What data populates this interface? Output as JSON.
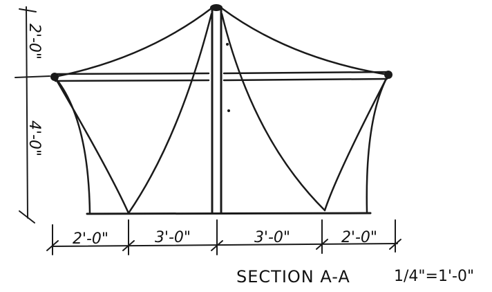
{
  "drawing": {
    "title": "SECTION A-A",
    "scale": "1/4\"=1'-0\""
  },
  "dimensions": {
    "vertical": [
      {
        "label": "2'-0\""
      },
      {
        "label": "4'-0\""
      }
    ],
    "horizontal": [
      {
        "label": "2'-0\""
      },
      {
        "label": "3'-0\""
      },
      {
        "label": "3'-0\""
      },
      {
        "label": "2'-0\""
      }
    ]
  },
  "colors": {
    "ink": "#1a1a1a",
    "paper": "#ffffff"
  }
}
